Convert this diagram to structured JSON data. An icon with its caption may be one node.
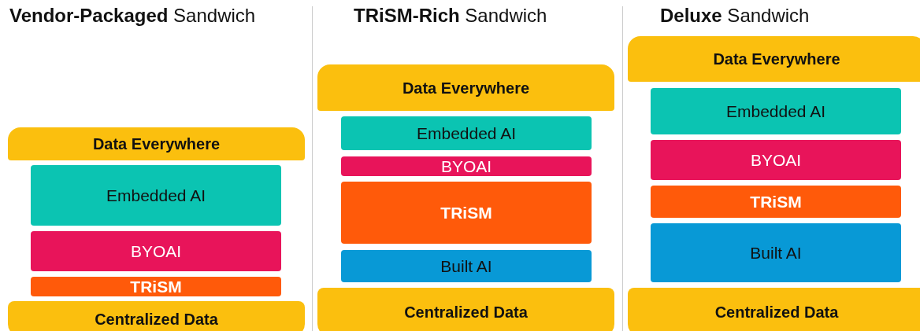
{
  "diagram": {
    "nodes": [
      {
        "text": [
          "Data Everywhere"
        ]
      },
      {
        "text": [
          "Embedded AI"
        ]
      },
      {
        "text": [
          "BYOAI"
        ]
      },
      {
        "text": [
          "TRiSM"
        ]
      },
      {
        "text": [
          "Centralized Data"
        ]
      },
      {
        "text": [
          "Data Everywhere"
        ]
      },
      {
        "text": [
          "Embedded AI"
        ]
      },
      {
        "text": [
          "BYOAI"
        ]
      },
      {
        "text": [
          "TRiSM"
        ]
      },
      {
        "text": [
          "Built AI"
        ]
      },
      {
        "text": [
          "Centralized Data"
        ]
      },
      {
        "text": [
          "Data Everywhere"
        ]
      },
      {
        "text": [
          "Embedded AI"
        ]
      },
      {
        "text": [
          "BYOAI"
        ]
      },
      {
        "text": [
          "TRiSM"
        ]
      },
      {
        "text": [
          "Built AI"
        ]
      },
      {
        "text": [
          "Centralized Data"
        ]
      }
    ],
    "labels": [
      "**Vendor-Packaged** Sandwich",
      "**TRiSM-Rich** Sandwich",
      "**Deluxe** Sandwich"
    ]
  }
}
